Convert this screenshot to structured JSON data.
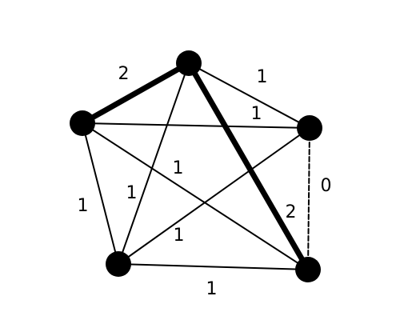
{
  "graph": {
    "nodes": [
      {
        "id": "A"
      },
      {
        "id": "B"
      },
      {
        "id": "C"
      },
      {
        "id": "D"
      },
      {
        "id": "E"
      }
    ],
    "edges": [
      {
        "from": "A",
        "to": "B",
        "weight": "2",
        "style": "bold"
      },
      {
        "from": "A",
        "to": "C",
        "weight": "1",
        "style": "normal"
      },
      {
        "from": "A",
        "to": "D",
        "weight": "1",
        "style": "normal"
      },
      {
        "from": "A",
        "to": "E",
        "weight": "2",
        "style": "bold"
      },
      {
        "from": "B",
        "to": "C",
        "weight": "1",
        "style": "normal"
      },
      {
        "from": "B",
        "to": "E",
        "weight": "1",
        "style": "normal"
      },
      {
        "from": "B",
        "to": "D",
        "weight": "1",
        "style": "normal"
      },
      {
        "from": "C",
        "to": "E",
        "weight": "0",
        "style": "dashed"
      },
      {
        "from": "C",
        "to": "D",
        "weight": "1",
        "style": "normal"
      },
      {
        "from": "D",
        "to": "E",
        "weight": "1",
        "style": "normal"
      }
    ],
    "colors": {
      "node": "#000000",
      "edge": "#000000",
      "background": "#ffffff"
    }
  }
}
